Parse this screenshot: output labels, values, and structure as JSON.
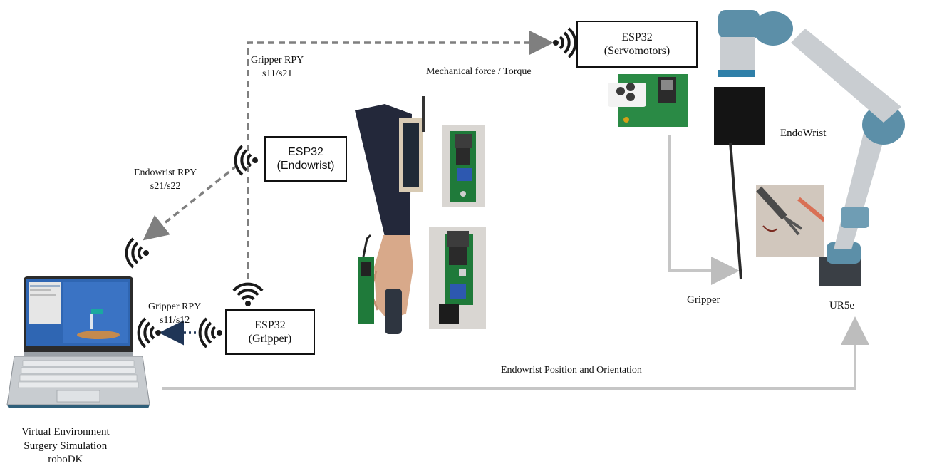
{
  "boxes": {
    "esp32_servomotors": {
      "line1": "ESP32",
      "line2": "(Servomotors)"
    },
    "esp32_endowrist": {
      "line1": "ESP32",
      "line2": "(Endowrist)"
    },
    "esp32_gripper": {
      "line1": "ESP32",
      "line2": "(Gripper)"
    }
  },
  "labels": {
    "gripper_rpy_top": {
      "line1": "Gripper RPY",
      "line2": "s11/s21"
    },
    "endowrist_rpy": {
      "line1": "Endowrist RPY",
      "line2": "s21/s22"
    },
    "gripper_rpy_bottom": {
      "line1": "Gripper RPY",
      "line2": "s11/s12"
    },
    "mechanical_force": "Mechanical force / Torque",
    "endowrist": "EndoWrist",
    "gripper": "Gripper",
    "ur5e": "UR5e",
    "endowrist_position": "Endowrist Position and Orientation",
    "virtual_env": {
      "line1": "Virtual Environment",
      "line2": "Surgery Simulation",
      "line3": "roboDK"
    }
  },
  "colors": {
    "arrow_gray": "#9a9a9a",
    "dashed_gray": "#7f7f7f",
    "dotted_navy": "#1f3556",
    "pcb_green": "#1f7a3a",
    "robot_blue": "#5c8fa8",
    "robot_silver": "#c9cdd1",
    "laptop_screen": "#2b5fa8"
  },
  "icons": [
    "wifi-icon",
    "laptop-icon",
    "pcb-icon",
    "robot-arm-icon",
    "arm-glove-icon",
    "endowrist-tool-icon"
  ]
}
